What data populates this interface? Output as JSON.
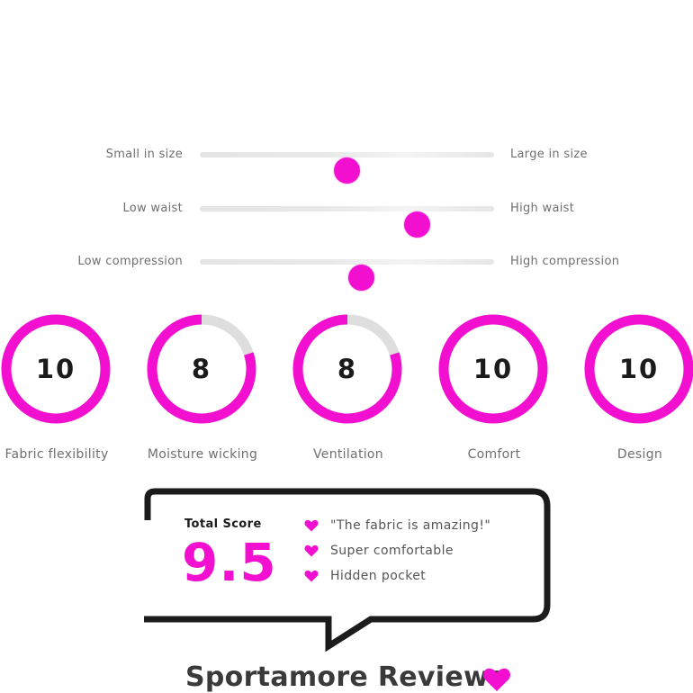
{
  "colors": {
    "accent": "#f20fd0",
    "track": "#e6e6e6",
    "ring_remaining": "#dedede",
    "text_dark": "#1b1b1b",
    "text_muted": "#6f6f6f"
  },
  "sliders": [
    {
      "left_label": "Small in size",
      "right_label": "Large in size",
      "position": 0.5
    },
    {
      "left_label": "Low waist",
      "right_label": "High waist",
      "position": 0.74
    },
    {
      "left_label": "Low compression",
      "right_label": "High compression",
      "position": 0.55
    }
  ],
  "ratings": {
    "max": 10,
    "items": [
      {
        "label": "Fabric flexibility",
        "value": "10"
      },
      {
        "label": "Moisture wicking",
        "value": "8"
      },
      {
        "label": "Ventilation",
        "value": "8"
      },
      {
        "label": "Comfort",
        "value": "10"
      },
      {
        "label": "Design",
        "value": "10"
      }
    ]
  },
  "summary": {
    "total_label": "Total Score",
    "total_value": "9.5",
    "points": [
      "\"The fabric is amazing!\"",
      "Super comfortable",
      "Hidden pocket"
    ],
    "point_icon": "heart-icon"
  },
  "footer": {
    "brand": "Sportamore Reviews",
    "icon": "heart-icon"
  }
}
